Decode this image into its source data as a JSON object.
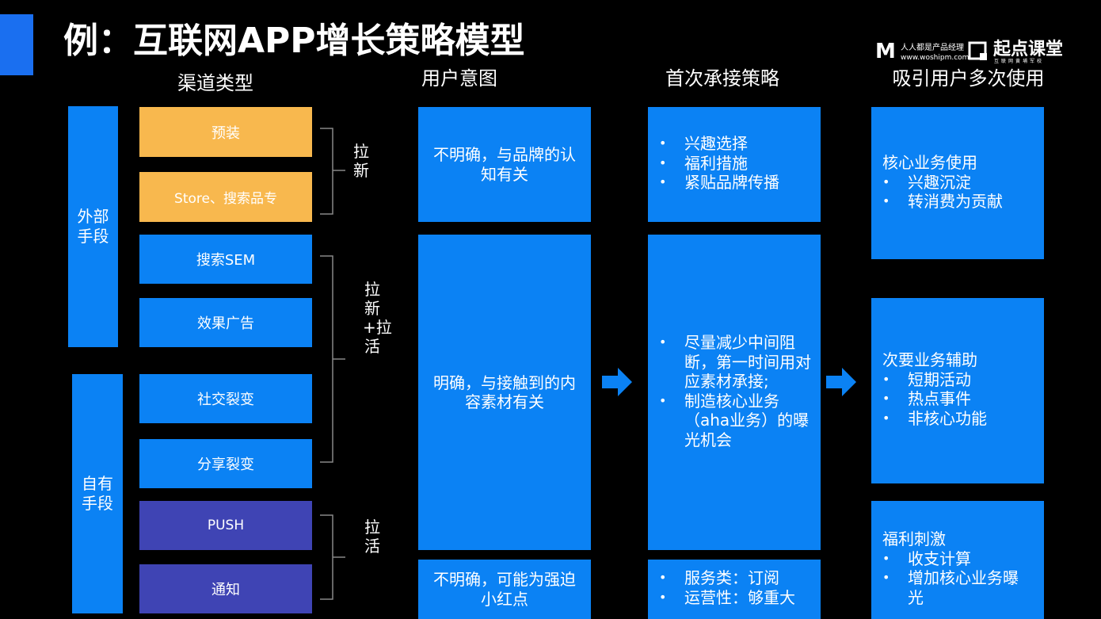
{
  "title": "例：互联网APP增长策略模型",
  "logo": {
    "left_mark": "M",
    "left_name": "人人都是产品经理",
    "left_url": "www.woshipm.com",
    "right_name": "起点课堂",
    "right_sub": "互联网黄埔军校"
  },
  "headers": {
    "channel_type": "渠道类型",
    "user_intent": "用户意图",
    "first_strategy": "首次承接策略",
    "repeat_use": "吸引用户多次使用"
  },
  "groups": {
    "external": "外部手段",
    "owned": "自有手段"
  },
  "channels": [
    "预装",
    "Store、搜索品专",
    "搜索SEM",
    "效果广告",
    "社交裂变",
    "分享裂变",
    "PUSH",
    "通知"
  ],
  "brackets": {
    "b1": "拉新",
    "b2": "拉新+拉活",
    "b3": "拉活"
  },
  "intents": {
    "i1": "不明确，与品牌的认知有关",
    "i2": "明确，与接触到的内容素材有关",
    "i3": "不明确，可能为强迫小红点"
  },
  "strategies": {
    "s1": [
      "兴趣选择",
      "福利措施",
      "紧贴品牌传播"
    ],
    "s2": [
      "尽量减少中间阻断，第一时间用对应素材承接;",
      "制造核心业务（aha业务）的曝光机会"
    ],
    "s3": [
      "服务类：订阅",
      "运营性：够重大"
    ]
  },
  "repeat": {
    "r1": {
      "lead": "核心业务使用",
      "items": [
        "兴趣沉淀",
        "转消费为贡献"
      ]
    },
    "r2": {
      "lead": "次要业务辅助",
      "items": [
        "短期活动",
        "热点事件",
        "非核心功能"
      ]
    },
    "r3": {
      "lead": "福利刺激",
      "items": [
        "收支计算",
        "增加核心业务曝光"
      ]
    }
  },
  "colors": {
    "background": "#000000",
    "blue": "#0b82f4",
    "orange": "#f8b84e",
    "purple": "#3f44b4",
    "accent": "#1a6ff0"
  }
}
